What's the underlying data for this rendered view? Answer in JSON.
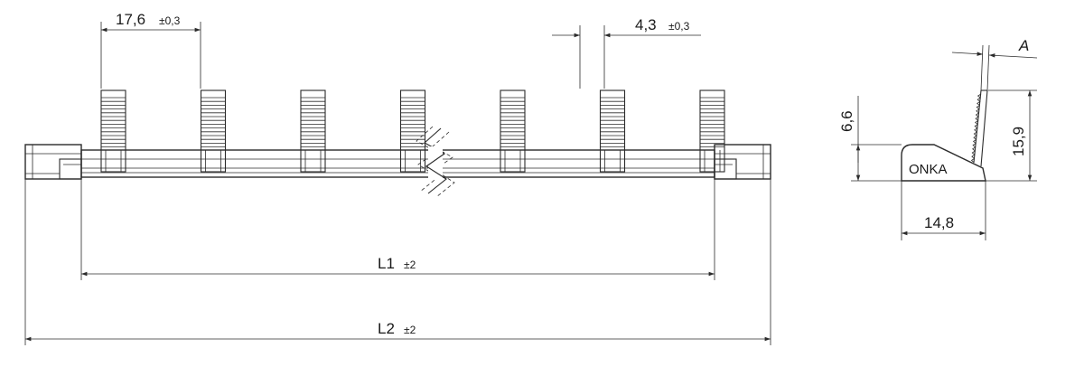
{
  "dimensions": {
    "pin_pitch": {
      "value": "17,6",
      "tolerance": "±0,3"
    },
    "pin_width": {
      "value": "4,3",
      "tolerance": "±0,3"
    },
    "l1": {
      "value": "L1",
      "tolerance": "±2"
    },
    "l2": {
      "value": "L2",
      "tolerance": "±2"
    },
    "base_height": {
      "value": "6,6"
    },
    "total_height": {
      "value": "15,9"
    },
    "side_width": {
      "value": "14,8"
    },
    "detail_a": {
      "value": "A"
    }
  },
  "brand": "ONKA",
  "pins_count": 7,
  "colors": {
    "line": "#2b2b2b",
    "text": "#1a1a1a",
    "background": "#ffffff"
  }
}
